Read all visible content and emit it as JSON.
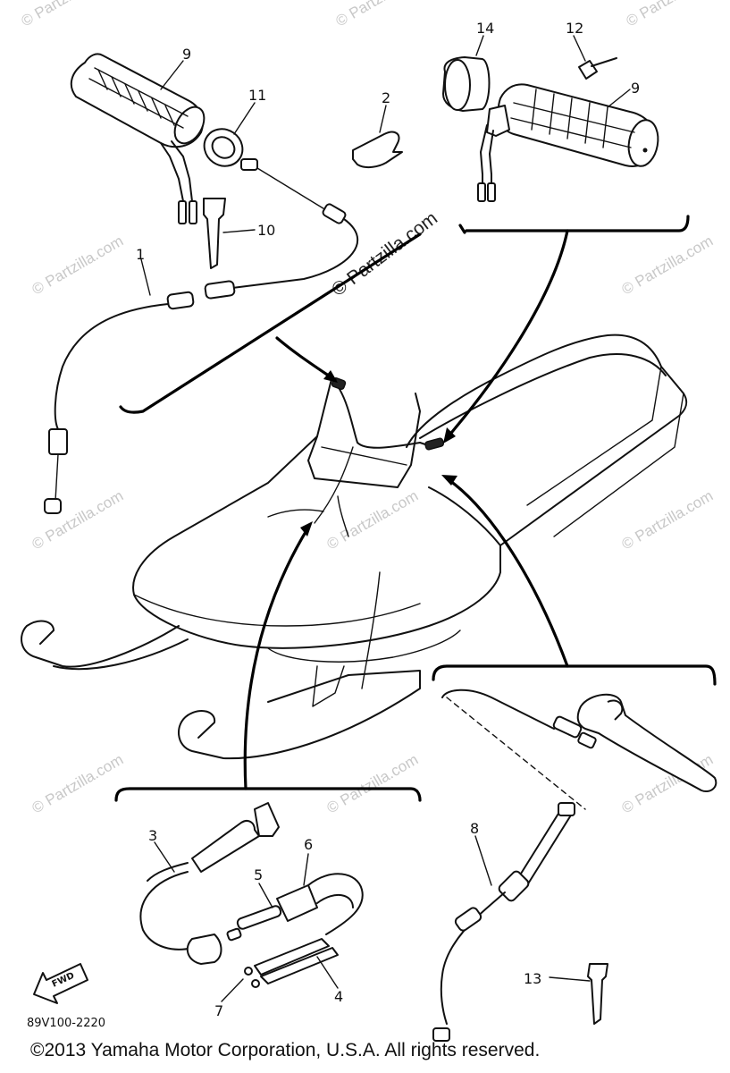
{
  "callouts": {
    "n1": "1",
    "n2": "2",
    "n3": "3",
    "n4": "4",
    "n5": "5",
    "n6": "6",
    "n7": "7",
    "n8": "8",
    "n9a": "9",
    "n9b": "9",
    "n10": "10",
    "n11": "11",
    "n12": "12",
    "n13": "13",
    "n14": "14"
  },
  "diagram_code": "89V100-2220",
  "fwd_label": "FWD",
  "watermark": "© Partzilla.com",
  "watermark_main": "© Partzilla.com",
  "copyright": "©2013  Yamaha Motor Corporation, U.S.A. All rights reserved."
}
